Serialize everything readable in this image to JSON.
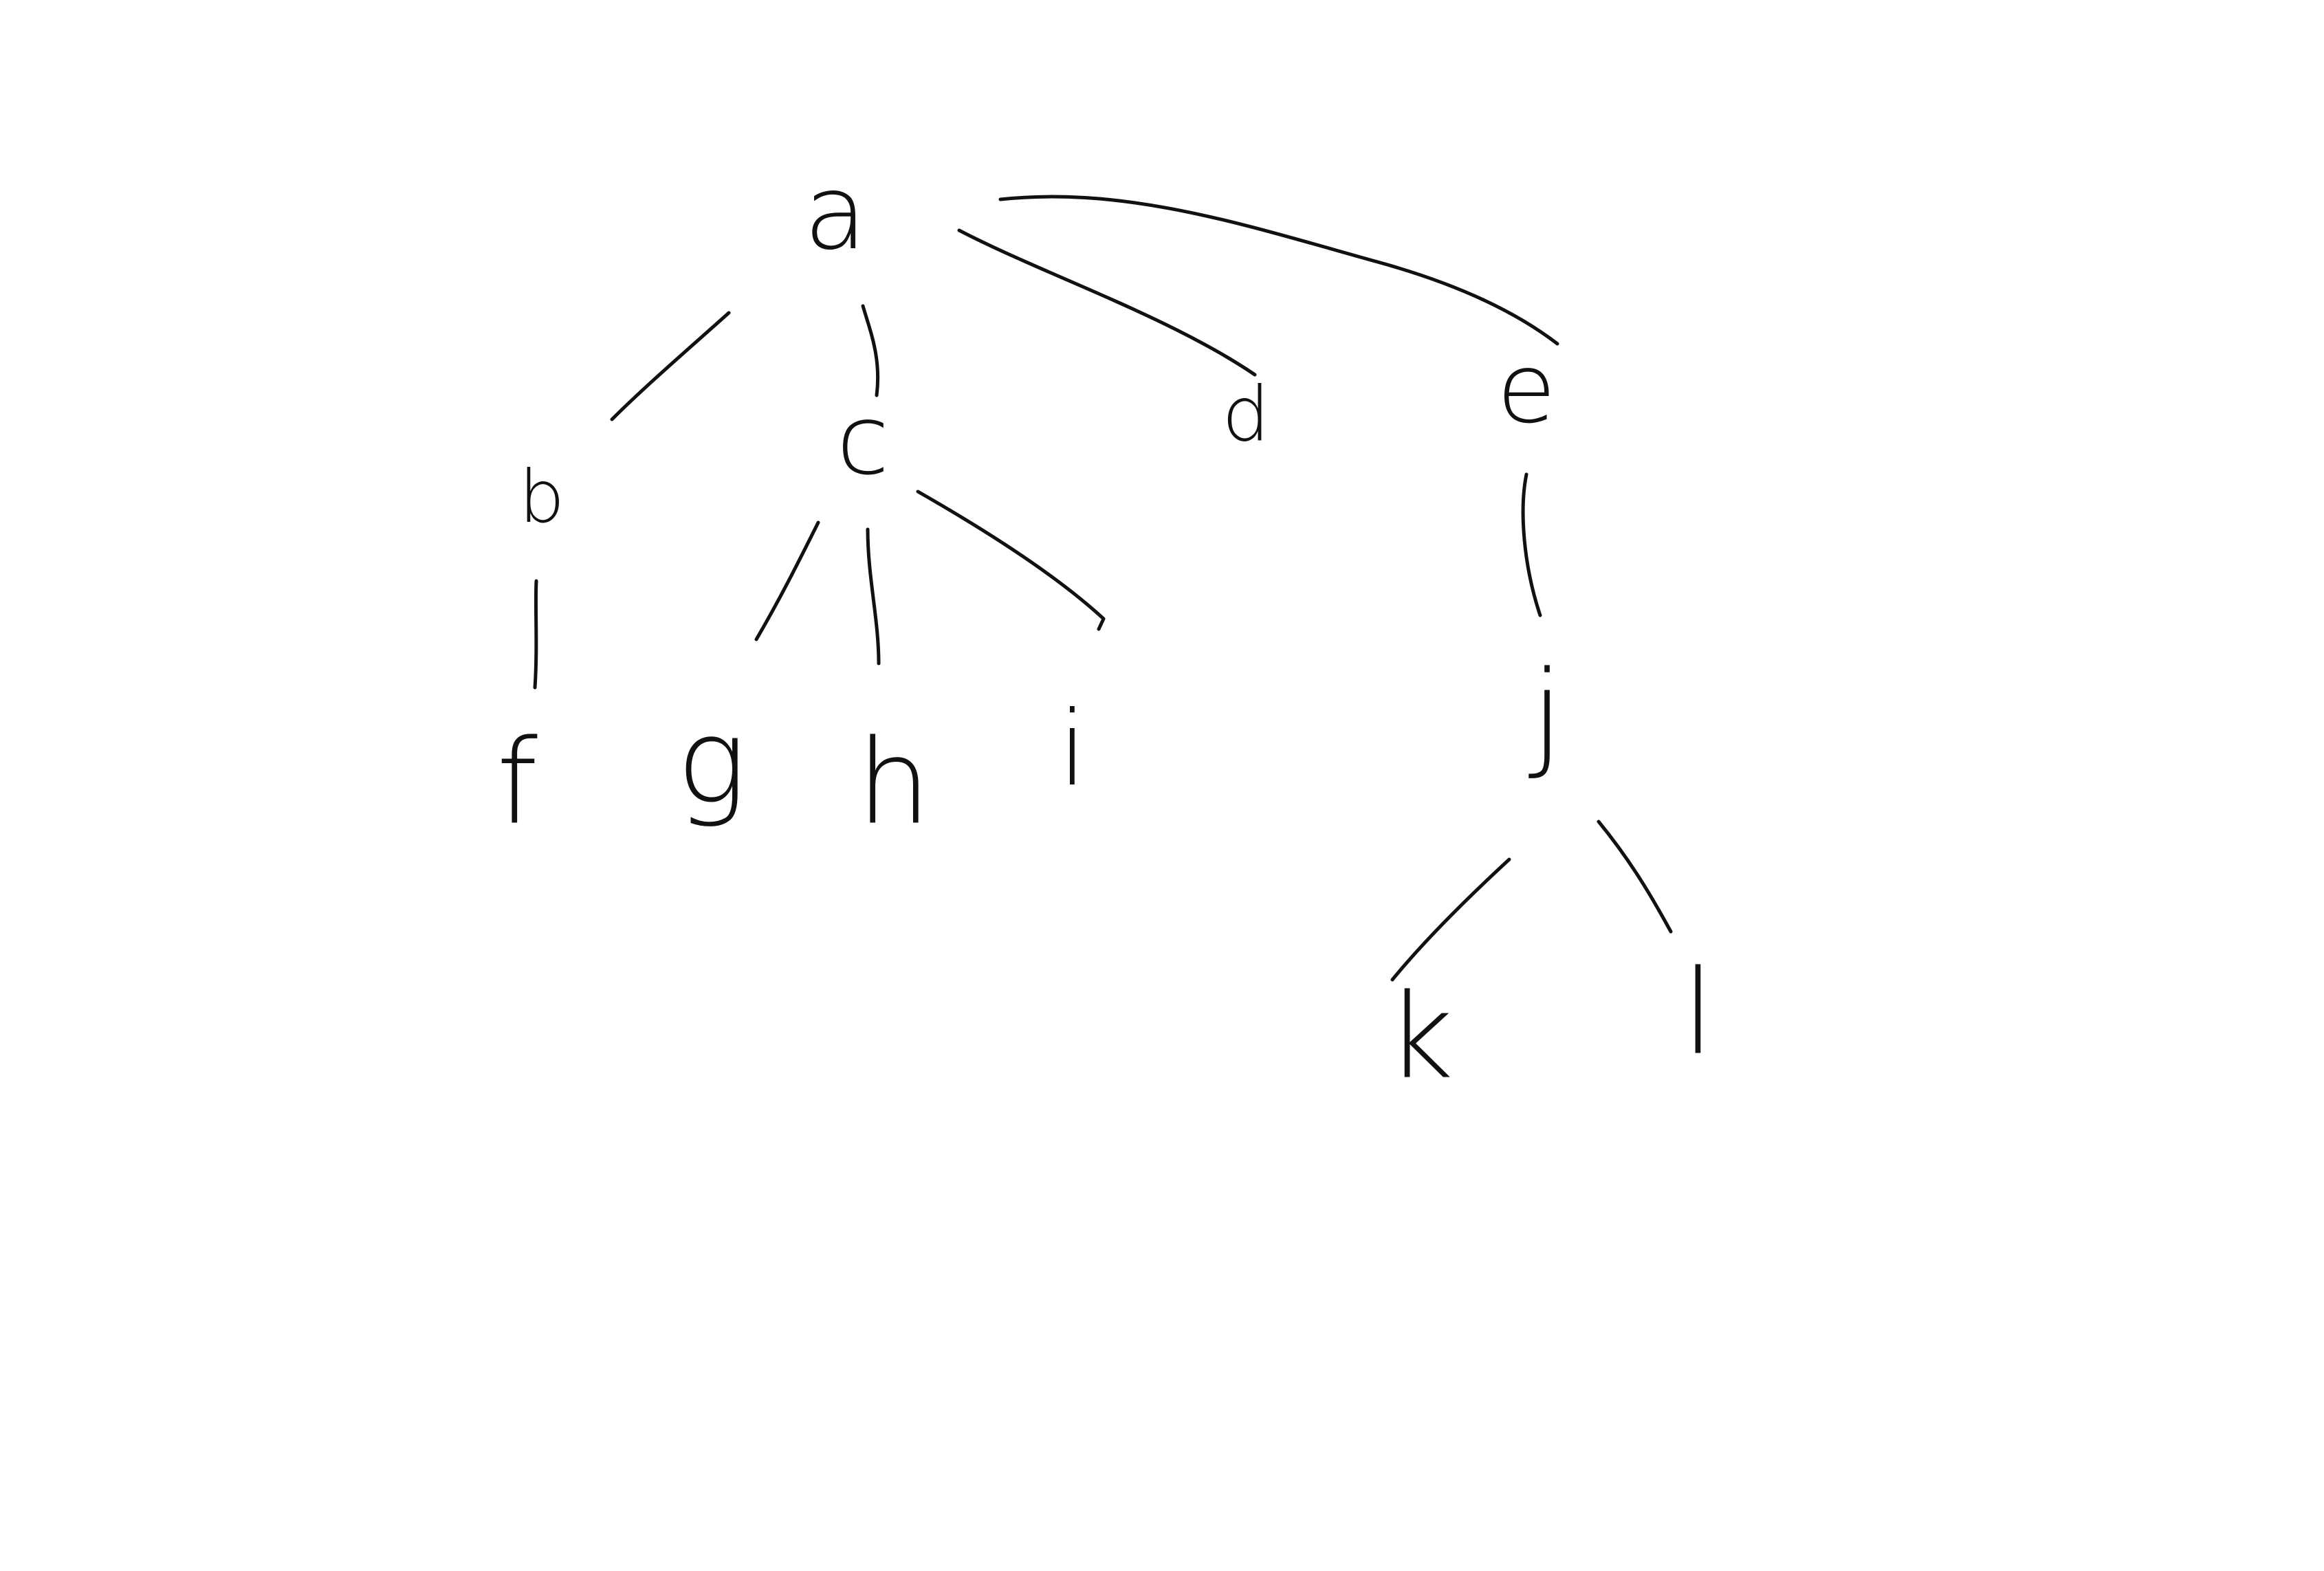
{
  "tree": {
    "nodes": [
      {
        "id": "a",
        "label": "a"
      },
      {
        "id": "b",
        "label": "b"
      },
      {
        "id": "c",
        "label": "c"
      },
      {
        "id": "d",
        "label": "d"
      },
      {
        "id": "e",
        "label": "e"
      },
      {
        "id": "f",
        "label": "f"
      },
      {
        "id": "g",
        "label": "g"
      },
      {
        "id": "h",
        "label": "h"
      },
      {
        "id": "i",
        "label": "i"
      },
      {
        "id": "j",
        "label": "j"
      },
      {
        "id": "k",
        "label": "k"
      },
      {
        "id": "l",
        "label": "l"
      }
    ],
    "edges": [
      {
        "from": "a",
        "to": "b"
      },
      {
        "from": "a",
        "to": "c"
      },
      {
        "from": "a",
        "to": "d"
      },
      {
        "from": "a",
        "to": "e"
      },
      {
        "from": "b",
        "to": "f"
      },
      {
        "from": "c",
        "to": "g"
      },
      {
        "from": "c",
        "to": "h"
      },
      {
        "from": "c",
        "to": "i"
      },
      {
        "from": "e",
        "to": "j"
      },
      {
        "from": "j",
        "to": "k"
      },
      {
        "from": "j",
        "to": "l"
      }
    ]
  }
}
